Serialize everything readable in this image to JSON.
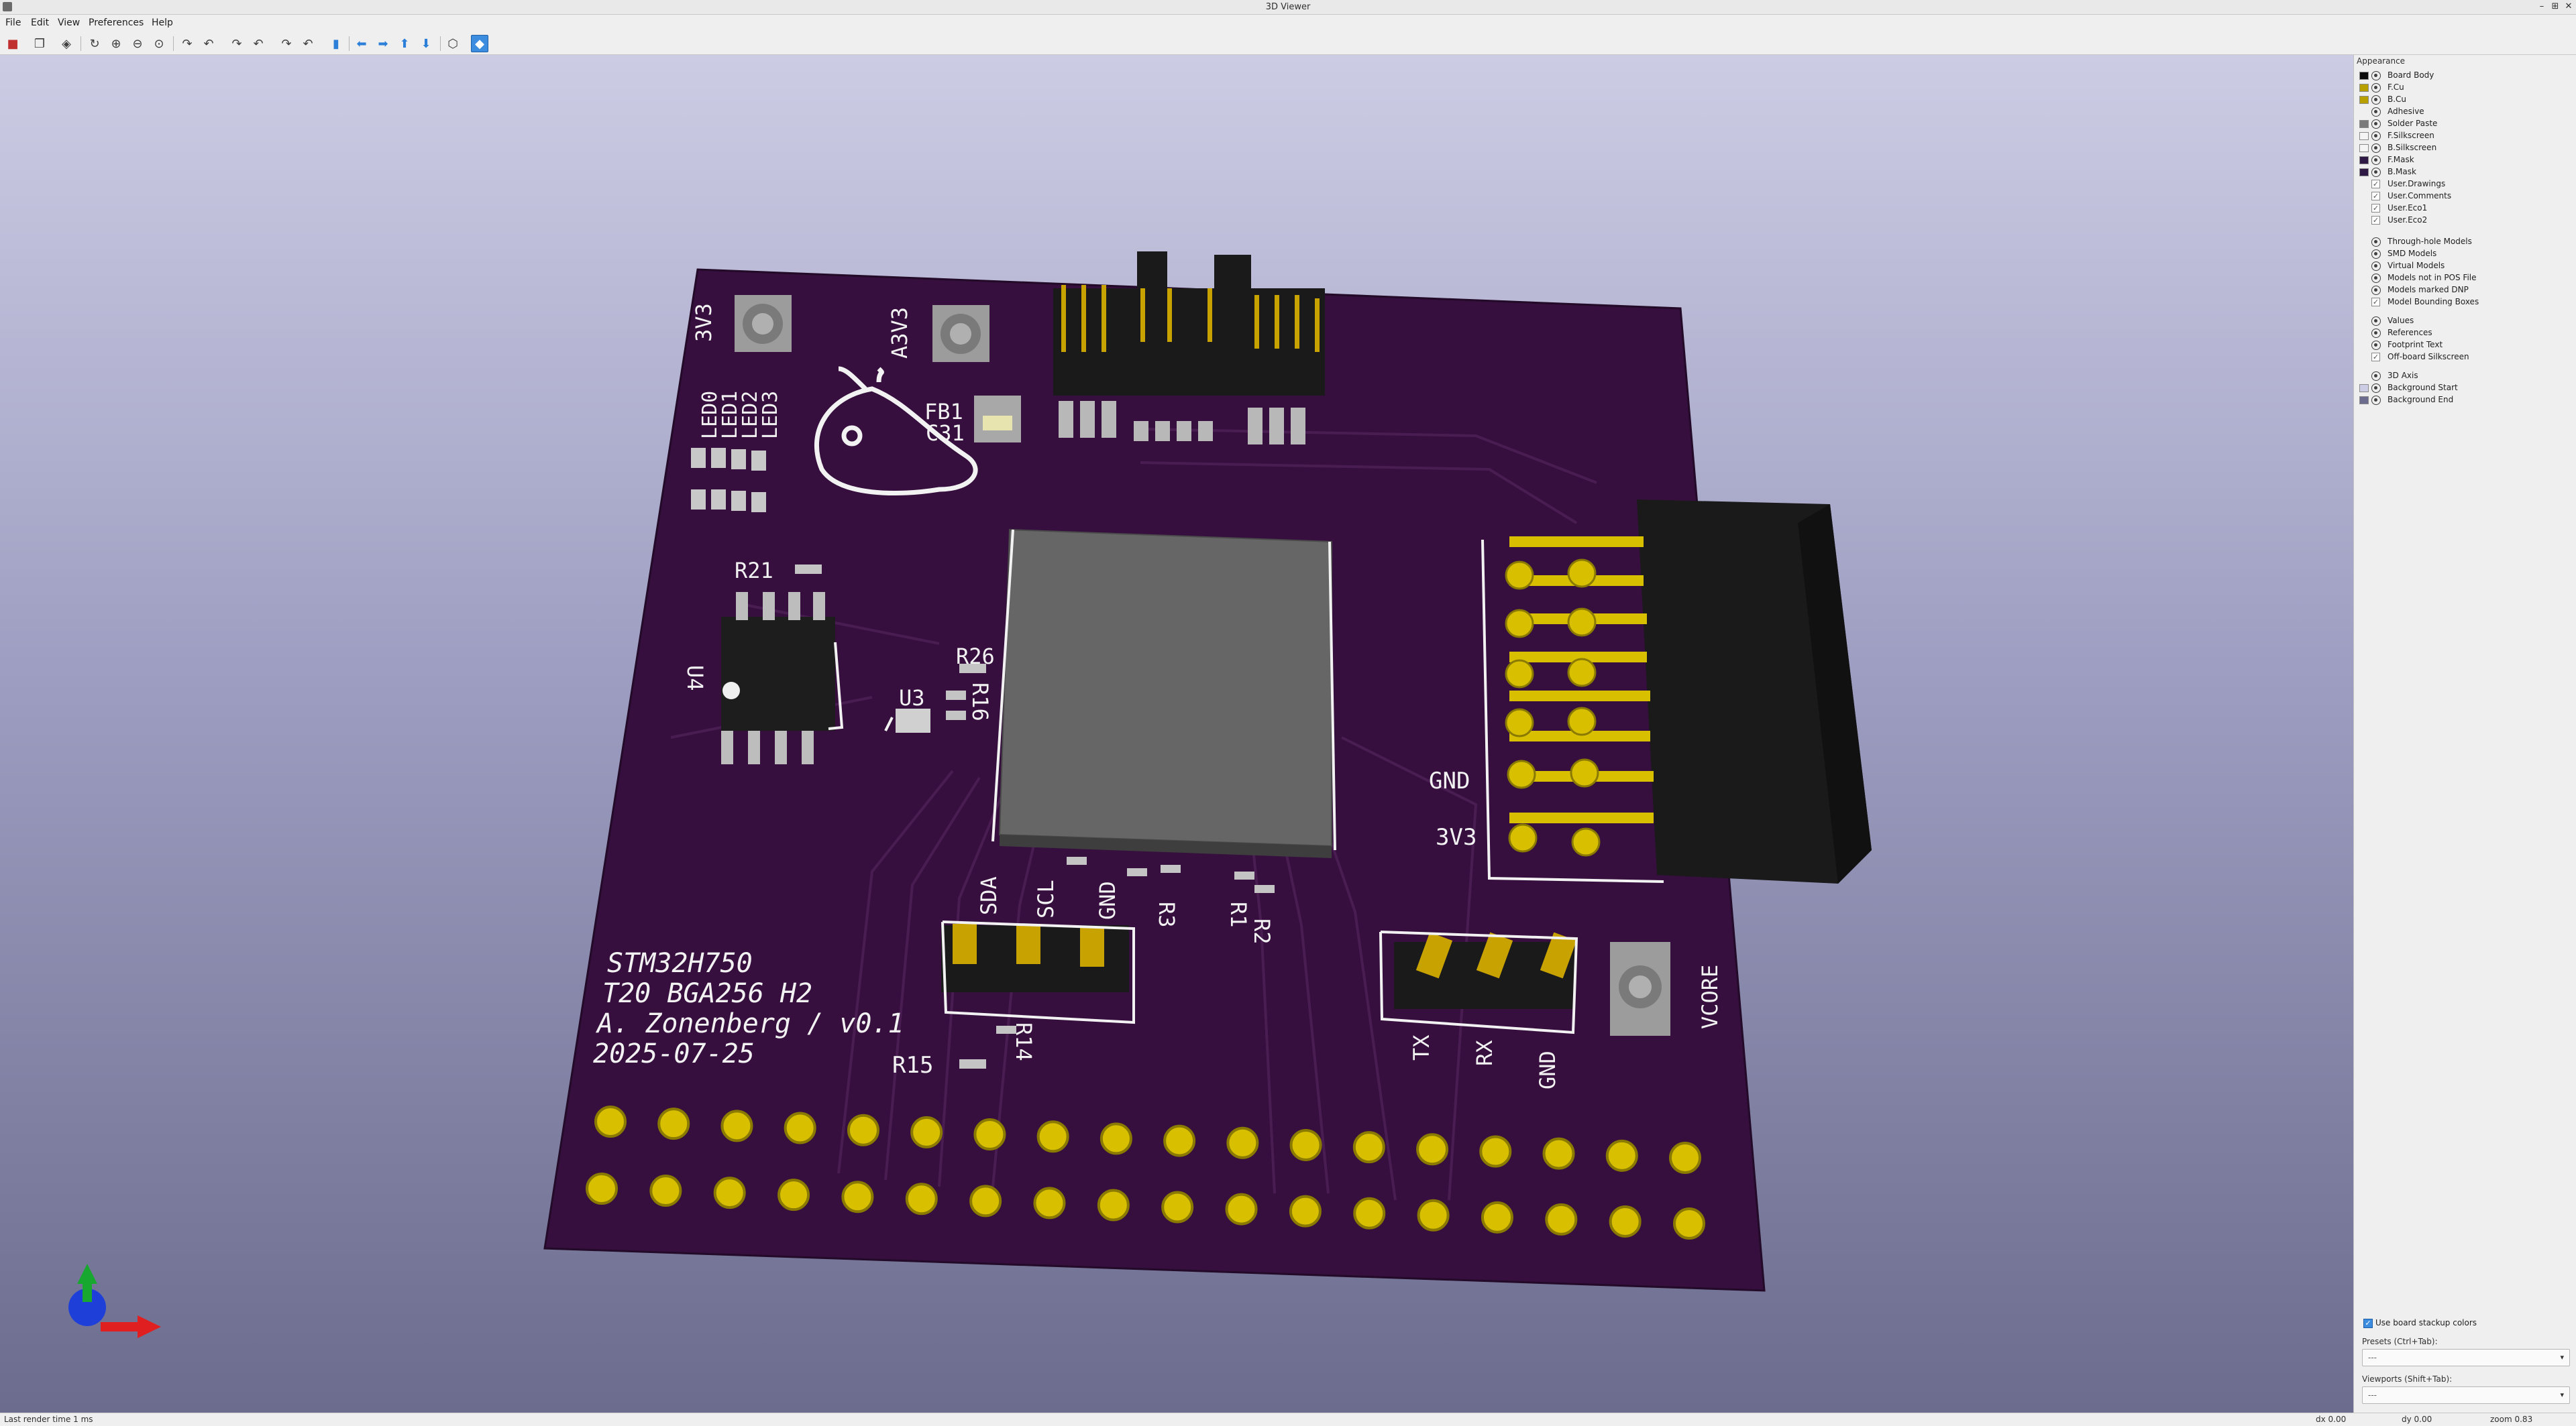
{
  "window": {
    "title": "3D Viewer",
    "controls": [
      "–",
      "⊞",
      "✕"
    ]
  },
  "menu": [
    "File",
    "Edit",
    "View",
    "Preferences",
    "Help"
  ],
  "panel": {
    "title": "Appearance",
    "layers": [
      {
        "name": "Board Body",
        "color": "#0b0b0b"
      },
      {
        "name": "F.Cu",
        "color": "#b8a000"
      },
      {
        "name": "B.Cu",
        "color": "#b8a000"
      },
      {
        "name": "Adhesive",
        "color": ""
      },
      {
        "name": "Solder Paste",
        "color": "#7a7a7a"
      },
      {
        "name": "F.Silkscreen",
        "color": "#f5f5f5"
      },
      {
        "name": "B.Silkscreen",
        "color": "#f5f5f5"
      },
      {
        "name": "F.Mask",
        "color": "#2e1a44"
      },
      {
        "name": "B.Mask",
        "color": "#2e1a44"
      }
    ],
    "user_layers": [
      "User.Drawings",
      "User.Comments",
      "User.Eco1",
      "User.Eco2"
    ],
    "models": [
      "Through-hole Models",
      "SMD Models",
      "Virtual Models",
      "Models not in POS File",
      "Models marked DNP",
      "Model Bounding Boxes"
    ],
    "text_items": [
      "Values",
      "References",
      "Footprint Text",
      "Off-board Silkscreen"
    ],
    "misc": [
      {
        "name": "3D Axis",
        "color": ""
      },
      {
        "name": "Background Start",
        "color": "#cccce4"
      },
      {
        "name": "Background End",
        "color": "#6c6c8e"
      }
    ],
    "use_stackup_label": "Use board stackup colors",
    "presets_label": "Presets (Ctrl+Tab):",
    "presets_value": "---",
    "viewports_label": "Viewports (Shift+Tab):",
    "viewports_value": "---"
  },
  "status": {
    "render_time": "Last render time 1 ms",
    "dx": "dx 0.00",
    "dy": "dy 0.00",
    "zoom": "zoom 0.83"
  },
  "board": {
    "silk": {
      "title_lines": [
        "STM32H750",
        "T20 BGA256 H2",
        "A. Zonenberg / v0.1",
        "2025-07-25"
      ],
      "labels": [
        "3V3",
        "A3V3",
        "LED0",
        "LED1",
        "LED2",
        "LED3",
        "FB1",
        "C31",
        "R21",
        "U4",
        "R26",
        "R16",
        "U3",
        "SDA",
        "SCL",
        "GND",
        "R3",
        "R1",
        "R2",
        "R14",
        "R15",
        "TX",
        "RX",
        "GND",
        "VCORE",
        "GND",
        "3V3"
      ]
    }
  }
}
